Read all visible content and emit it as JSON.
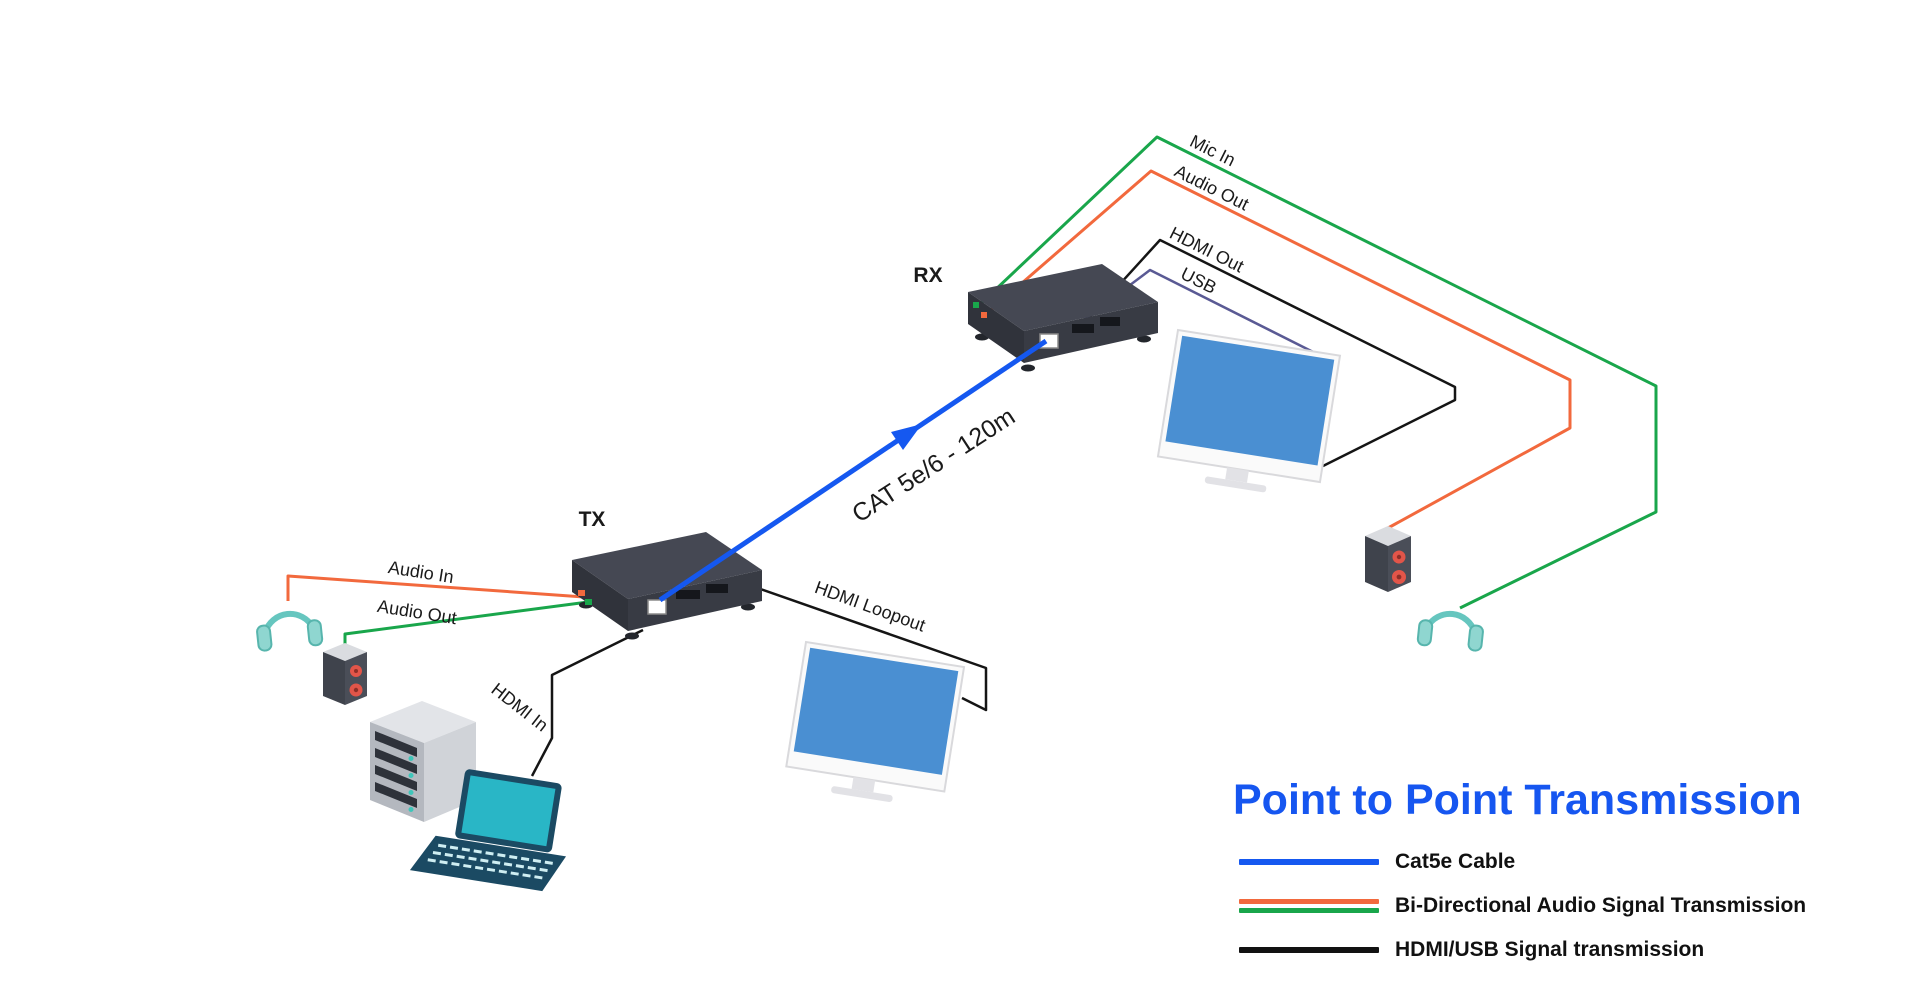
{
  "title": {
    "text": "Point to Point Transmission",
    "color": "#1656F0"
  },
  "device_labels": {
    "tx": "TX",
    "rx": "RX"
  },
  "cable_labels": {
    "cat": "CAT 5e/6 - 120m",
    "audio_in": "Audio In",
    "audio_out_left": "Audio Out",
    "hdmi_in": "HDMI In",
    "hdmi_loopout": "HDMI Loopout",
    "mic_in": "Mic In",
    "audio_out_right": "Audio Out",
    "hdmi_out": "HDMI Out",
    "usb": "USB"
  },
  "legend": {
    "items": [
      {
        "label": "Cat5e Cable",
        "colors": [
          "#1558F0"
        ]
      },
      {
        "label": "Bi-Directional Audio Signal Transmission",
        "colors": [
          "#F2693D",
          "#19A64B"
        ]
      },
      {
        "label": "HDMI/USB Signal transmission",
        "colors": [
          "#111111"
        ]
      }
    ]
  },
  "palette": {
    "cat5e_blue": "#1558F0",
    "audio_orange": "#F2693D",
    "audio_green": "#19A64B",
    "signal_black": "#151515",
    "usb_purple": "#5A5A94",
    "device_body": "#3E414B",
    "screen_blue": "#4A8FD2",
    "accent_teal": "#29B6C6"
  }
}
